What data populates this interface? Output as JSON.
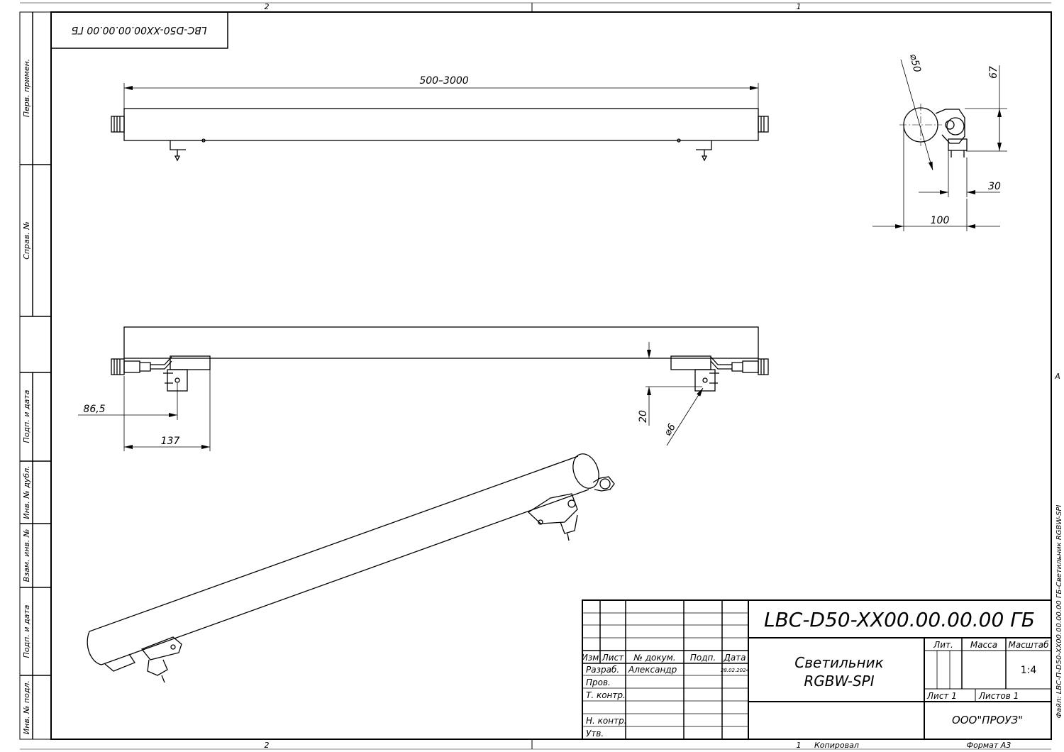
{
  "zones": {
    "top_left": "2",
    "top_right": "1",
    "bottom_left": "2",
    "bottom_right": "1",
    "right_side": "A"
  },
  "stamp_code_mirrored": "LBC-D50-XX00.00.00.00 ГБ",
  "side_columns": {
    "perv_primen": "Перв. примен.",
    "sprav_no": "Справ. №",
    "podp_data_1": "Подп. и дата",
    "inv_dubl": "Инв. № дубл.",
    "vzam_inv": "Взам. инв. №",
    "podp_data_2": "Подп. и дата",
    "inv_podl": "Инв. № подл."
  },
  "dimensions": {
    "length": "500–3000",
    "diameter": "50",
    "height": "67",
    "bracket_offset": "30",
    "width": "100",
    "edge_offset": "86,5",
    "bracket_pos": "137",
    "drop": "20",
    "hole": "6"
  },
  "title_block": {
    "designation": "LBC-D50-XX00.00.00.00 ГБ",
    "name_line1": "Светильник",
    "name_line2": "RGBW-SPI",
    "col_izm": "Изм.",
    "col_list": "Лист",
    "col_doc": "№ докум.",
    "col_podp": "Подп.",
    "col_data": "Дата",
    "razrab": "Разраб.",
    "razrab_name": "Александр",
    "razrab_date": "28.02.2024",
    "prov": "Пров.",
    "t_kontr": "Т. контр.",
    "n_kontr": "Н. контр.",
    "utv": "Утв.",
    "lit": "Лит.",
    "massa": "Масса",
    "masshtab": "Масштаб",
    "scale": "1:4",
    "sheet": "Лист 1",
    "sheets": "Листов 1",
    "org": "ООО\"ПРОУЗ\""
  },
  "footer": {
    "kopiroval": "Копировал",
    "format": "Формат А3"
  },
  "file_note": "Файл: LBC-П-D50-XX00.00.00.00 ГБ-Светильник RGBW-SPI"
}
